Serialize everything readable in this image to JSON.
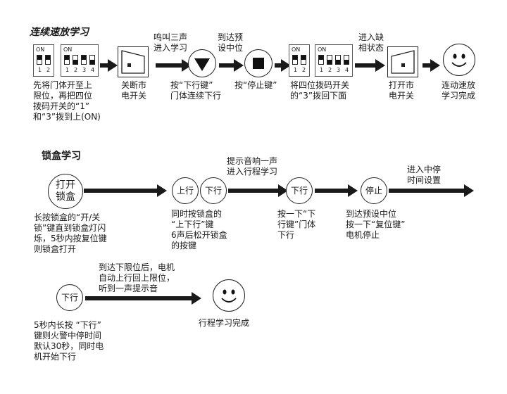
{
  "section1": {
    "title": "连续速放学习",
    "steps": {
      "dip_note": "先将门体开至上\n限位，再把四位\n拨码开关的“1”\n和“3”拨到上(ON)",
      "power_off": "关断市\n电开关",
      "beep_label": "鸣叫三声\n进入学习",
      "down_key_note": "按“下行键”\n门体连续下行",
      "reach_preset": "到达预\n设中位",
      "stop_key_note": "按“停止键”",
      "dip_back_note": "将四位拨码开关\n的“3”拨回下面",
      "enter_missing": "进入缺\n相状态",
      "power_on": "打开市\n电开关",
      "done": "连动速放\n学习完成"
    },
    "dip_switch": {
      "on_label": "ON",
      "two_labels": [
        "1",
        "2"
      ],
      "four_labels": [
        "1",
        "2",
        "3",
        "4"
      ]
    }
  },
  "section2": {
    "title": "锁盒学习",
    "circles": {
      "open_lock": "打开\n锁盒",
      "up": "上行",
      "down": "下行",
      "down2": "下行",
      "stop": "停止",
      "down3": "下行"
    },
    "notes": {
      "long_press": "长按锁盒的“开/关\n锁”键直到锁盒灯闪\n烁，5秒内按复位键\n则锁盒打开",
      "press_both": "同时按锁盒的\n“上下行”键\n6声后松开锁盒\n的按键",
      "prompt": "提示音响一声\n进入行程学习",
      "press_down": "按一下“下\n行键”门体\n下行",
      "reach_mid": "到达预设中位\n按一下“复位键”\n电机停止",
      "enter_pause": "进入中停\n时间设置",
      "after_limit": "到达下限位后，电机\n自动上行回上限位，\n听到一声提示音",
      "five_sec": "5秒内长按 “下行”\n键则火警中停时间\n默认30秒，同时电\n机开始下行",
      "done": "行程学习完成"
    }
  },
  "colors": {
    "ink": "#1a1a1a",
    "background": "#ffffff"
  }
}
